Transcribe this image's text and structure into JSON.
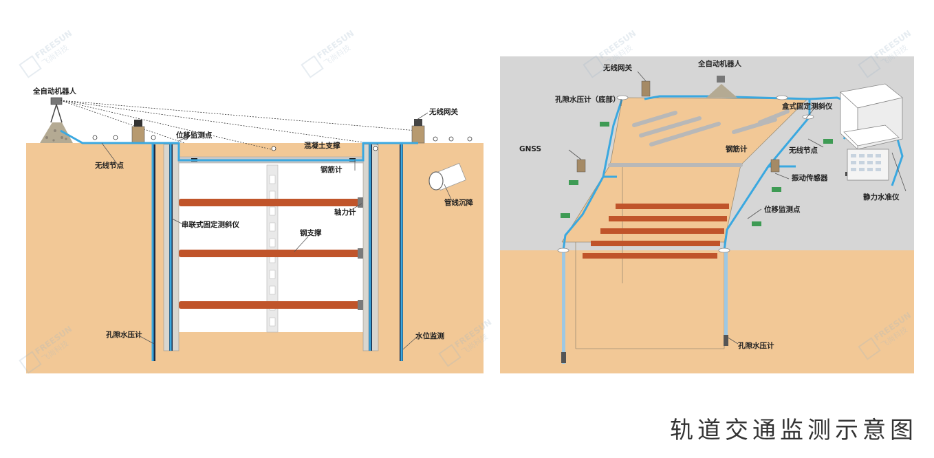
{
  "title": "轨道交通监测示意图",
  "watermark": {
    "brand_en": "FREESUN",
    "brand_cn": "飞尚科技"
  },
  "colors": {
    "soil": "#f2c896",
    "cable": "#3aa8e0",
    "steel_strut": "#c0542a",
    "ground_surface": "#d6d6d6",
    "concrete": "#d9d6cf"
  },
  "left_diagram": {
    "labels": {
      "robot": "全自动机器人",
      "wireless_gateway": "无线网关",
      "displacement_point": "位移监测点",
      "concrete_support": "混凝土支撑",
      "rebar_meter": "钢筋计",
      "wireless_node": "无线节点",
      "pipeline_settlement": "管线沉降",
      "axial_force_meter": "轴力计",
      "serial_inclinometer": "串联式固定测斜仪",
      "steel_support": "钢支撑",
      "pore_pressure_meter": "孔隙水压计",
      "water_level": "水位监测"
    }
  },
  "right_diagram": {
    "labels": {
      "wireless_gateway": "无线网关",
      "robot": "全自动机器人",
      "pore_pressure_bottom": "孔隙水压计（底部）",
      "box_inclinometer": "盒式固定测斜仪",
      "gnss": "GNSS",
      "rebar_meter": "钢筋计",
      "wireless_node": "无线节点",
      "vibration_sensor": "振动传感器",
      "static_level": "静力水准仪",
      "displacement_point": "位移监测点",
      "pore_pressure_meter": "孔隙水压计"
    }
  }
}
